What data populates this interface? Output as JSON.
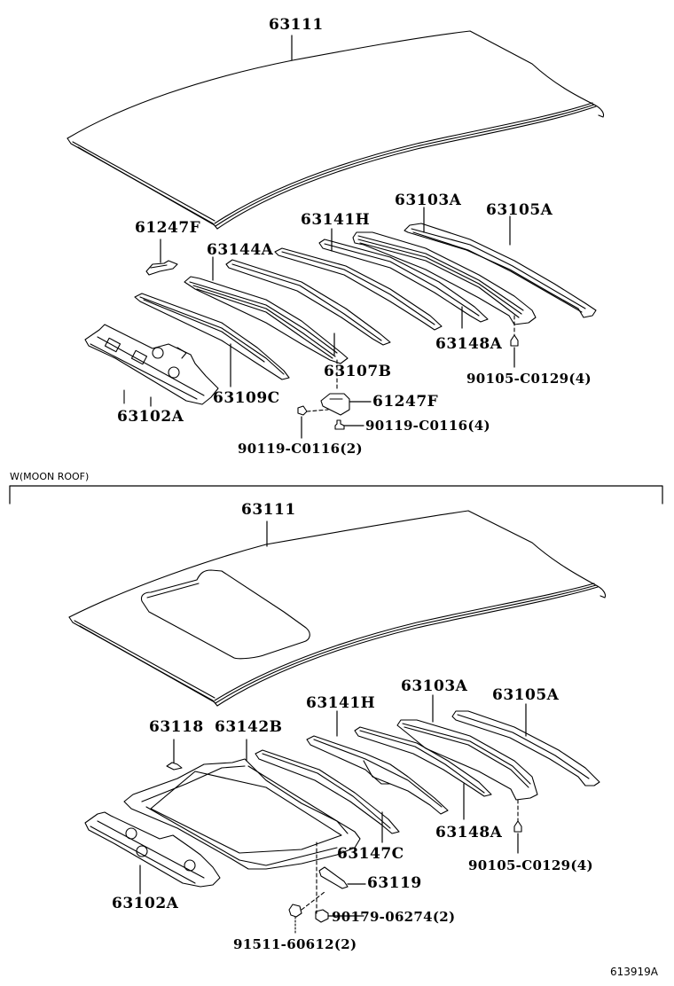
{
  "diagram": {
    "type": "exploded parts diagram",
    "illustration_code": "613919A",
    "sections": [
      {
        "name": "standard-roof",
        "labels": {
          "roof_panel": "63111",
          "bracket_front": "61247F",
          "reinforcement_front": "63144A",
          "reinforcement_center": "63141H",
          "rail_rear_inner": "63103A",
          "rail_rear_outer": "63105A",
          "header_front": "63102A",
          "bow_front": "63109C",
          "bow_center": "63107B",
          "bow_rear": "63148A",
          "clip_rear": "90105-C0129(4)",
          "bracket_lower": "61247F",
          "screw_right": "90119-C0116(4)",
          "screw_left": "90119-C0116(2)"
        }
      },
      {
        "name": "moon-roof",
        "caption": "W(MOON ROOF)",
        "labels": {
          "roof_panel": "63111",
          "bracket_front": "63118",
          "sunroof_frame": "63142B",
          "reinforcement_center": "63141H",
          "rail_rear_inner": "63103A",
          "rail_rear_outer": "63105A",
          "header_front": "63102A",
          "bow_front": "63147C",
          "bow_rear": "63148A",
          "clip_rear": "90105-C0129(4)",
          "bracket_drain": "63119",
          "nut": "90179-06274(2)",
          "screw": "91511-60612(2)"
        }
      }
    ]
  }
}
